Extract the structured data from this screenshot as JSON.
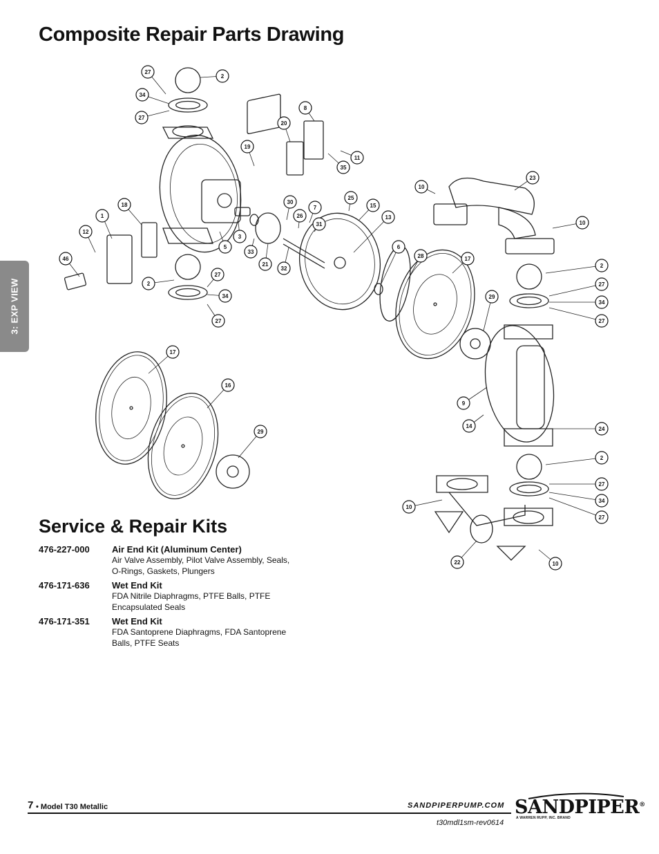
{
  "page": {
    "title": "Composite Repair Parts Drawing",
    "side_tab": "3: EXP VIEW"
  },
  "drawing": {
    "callouts": [
      "2",
      "27",
      "34",
      "27",
      "8",
      "20",
      "19",
      "35",
      "11",
      "10",
      "23",
      "10",
      "18",
      "1",
      "12",
      "46",
      "5",
      "3",
      "33",
      "21",
      "32",
      "30",
      "26",
      "7",
      "31",
      "25",
      "15",
      "13",
      "6",
      "28",
      "17",
      "2",
      "27",
      "34",
      "27",
      "29",
      "2",
      "27",
      "34",
      "27",
      "9",
      "14",
      "24",
      "17",
      "16",
      "29",
      "2",
      "27",
      "34",
      "27",
      "10",
      "22",
      "10"
    ]
  },
  "kits": {
    "title": "Service & Repair Kits",
    "items": [
      {
        "part": "476-227-000",
        "name": "Air End Kit (Aluminum Center)",
        "desc": "Air Valve Assembly, Pilot Valve Assembly, Seals, O-Rings, Gaskets, Plungers"
      },
      {
        "part": "476-171-636",
        "name": "Wet End Kit",
        "desc": "FDA Nitrile Diaphragms, PTFE Balls, PTFE Encapsulated Seals"
      },
      {
        "part": "476-171-351",
        "name": "Wet End Kit",
        "desc": "FDA Santoprene Diaphragms, FDA Santoprene Balls, PTFE Seats"
      }
    ]
  },
  "footer": {
    "page_number": "7",
    "model": "• Model T30 Metallic",
    "url": "SANDPIPERPUMP.COM",
    "revision": "t30mdl1sm-rev0614",
    "logo_text": "SANDPIPER",
    "logo_reg": "®",
    "logo_sub": "A WARREN RUPP, INC. BRAND"
  }
}
